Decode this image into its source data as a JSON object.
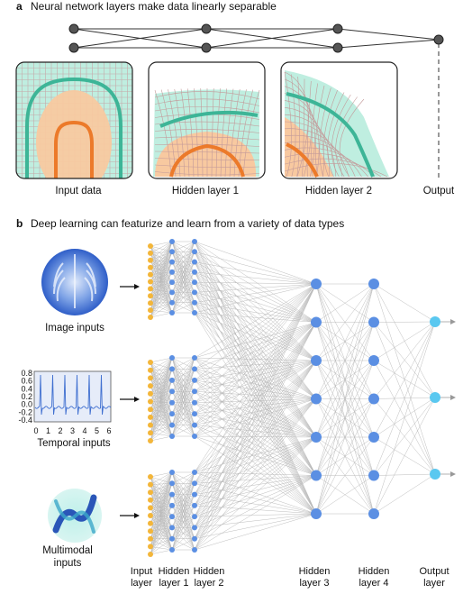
{
  "panel_a": {
    "letter": "a",
    "title": "Neural network layers make data linearly separable",
    "labels": {
      "input": "Input data",
      "hidden1": "Hidden layer 1",
      "hidden2": "Hidden layer 2",
      "output": "Output"
    }
  },
  "panel_b": {
    "letter": "b",
    "title": "Deep learning can featurize and learn from a variety of data types",
    "inputs": {
      "image": "Image inputs",
      "temporal": "Temporal inputs",
      "multimodal_line1": "Multimodal",
      "multimodal_line2": "inputs"
    },
    "chart_ticks_y": [
      "0.8",
      "0.6",
      "0.4",
      "0.2",
      "0.0",
      "-0.2",
      "-0.4"
    ],
    "chart_ticks_x": [
      "0",
      "1",
      "2",
      "3",
      "4",
      "5",
      "6"
    ],
    "layer_labels": {
      "input": [
        "Input",
        "layer"
      ],
      "hidden1": [
        "Hidden",
        "layer 1"
      ],
      "hidden2": [
        "Hidden",
        "layer 2"
      ],
      "hidden3": [
        "Hidden",
        "layer 3"
      ],
      "hidden4": [
        "Hidden",
        "layer 4"
      ],
      "output": [
        "Output",
        "layer"
      ]
    }
  },
  "colors": {
    "teal_fill": "#bfeee0",
    "teal_line": "#3db597",
    "orange_fill": "#f8c9a0",
    "orange_line": "#ec7a2a",
    "grid": "#d4a0a0",
    "node_blue": "#5b8fe3",
    "node_yellow": "#f3b63a",
    "node_cyan": "#5ac8f0"
  }
}
